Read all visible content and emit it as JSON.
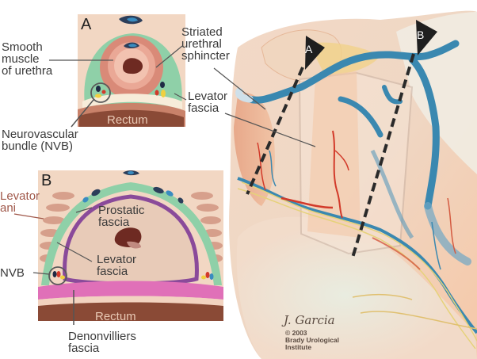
{
  "title": "Anatomy of prostatic fascia and neurovascular bundle",
  "panel_a": {
    "letter": "A",
    "rectum": "Rectum",
    "labels": {
      "smooth_muscle": "Smooth\nmuscle\nof urethra",
      "striated": "Striated\nurethral\nsphincter",
      "levator_fascia": "Levator\nfascia",
      "nvb": "Neurovascular\nbundle (NVB)"
    }
  },
  "panel_b": {
    "letter": "B",
    "rectum": "Rectum",
    "labels": {
      "levator_ani": "Levator\nani",
      "prostatic_fascia": "Prostatic\nfascia",
      "levator_fascia": "Levator\nfascia",
      "nvb": "NVB",
      "denonvilliers": "Denonvilliers\nfascia"
    }
  },
  "main": {
    "section_markers": [
      "A",
      "B"
    ],
    "signature": "J. Garcia",
    "copyright": "© 2003\nBrady Urological\nInstitute"
  },
  "colors": {
    "green_layer": "#8fd0a8",
    "urethra_muscle": "#d98a78",
    "purple_fascia": "#8a4a9a",
    "pink_denonvilliers": "#e070b8",
    "rectum": "#8a4a36",
    "vein_blue": "#3a88b0",
    "artery_red": "#d23a2a",
    "nerve_yellow": "#e8d070"
  }
}
